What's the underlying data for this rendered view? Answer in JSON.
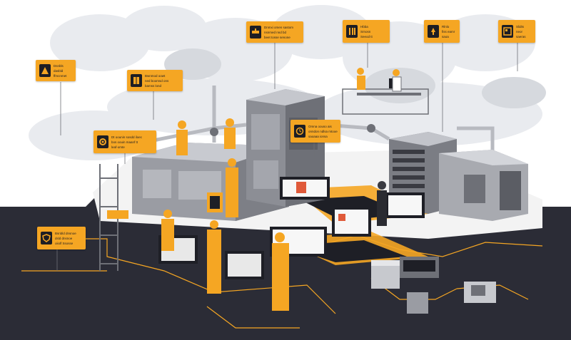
{
  "scene": {
    "colors": {
      "accent": "#f5a623",
      "floor": "#2b2c36",
      "machine": "#9a9ca3",
      "machine_dark": "#6e7077",
      "screen": "#1e1f26",
      "line": "#f5a623"
    }
  },
  "callouts": [
    {
      "icon": "warning-icon",
      "lines": [
        "Dsnbls",
        "dasbld",
        "ffmcnmet"
      ]
    },
    {
      "icon": "cabinet-icon",
      "lines": [
        "Bwnmod oowt",
        "ned boomsd ons",
        "bamss lond"
      ]
    },
    {
      "icon": "gear-icon",
      "lines": [
        "Dt oounin sosdd iloec",
        "bos oouin maanf tt",
        "leaf-omte"
      ]
    },
    {
      "icon": "valve-icon",
      "lines": [
        "Dnmxi omen sastom",
        "nsnmed nnd bd",
        "beet tosse senone"
      ]
    },
    {
      "icon": "tools-icon",
      "lines": [
        "Hbba",
        "Srnosn",
        "Seeod tt"
      ]
    },
    {
      "icon": "brush-icon",
      "lines": [
        "Rlnlo",
        "fiss eamr",
        "saoa"
      ]
    },
    {
      "icon": "control-panel-icon",
      "lines": [
        "Slidts",
        "neor",
        "saeras"
      ]
    },
    {
      "icon": "clock-icon",
      "lines": [
        "Omna oouso ais",
        "onndon ndlsa mtooe",
        "saoaaa ionsa"
      ]
    },
    {
      "icon": "shield-icon",
      "lines": [
        "Bsnbld dnsnoe",
        "dsld dnsnoe",
        "oiiolf Ssosse"
      ]
    }
  ]
}
